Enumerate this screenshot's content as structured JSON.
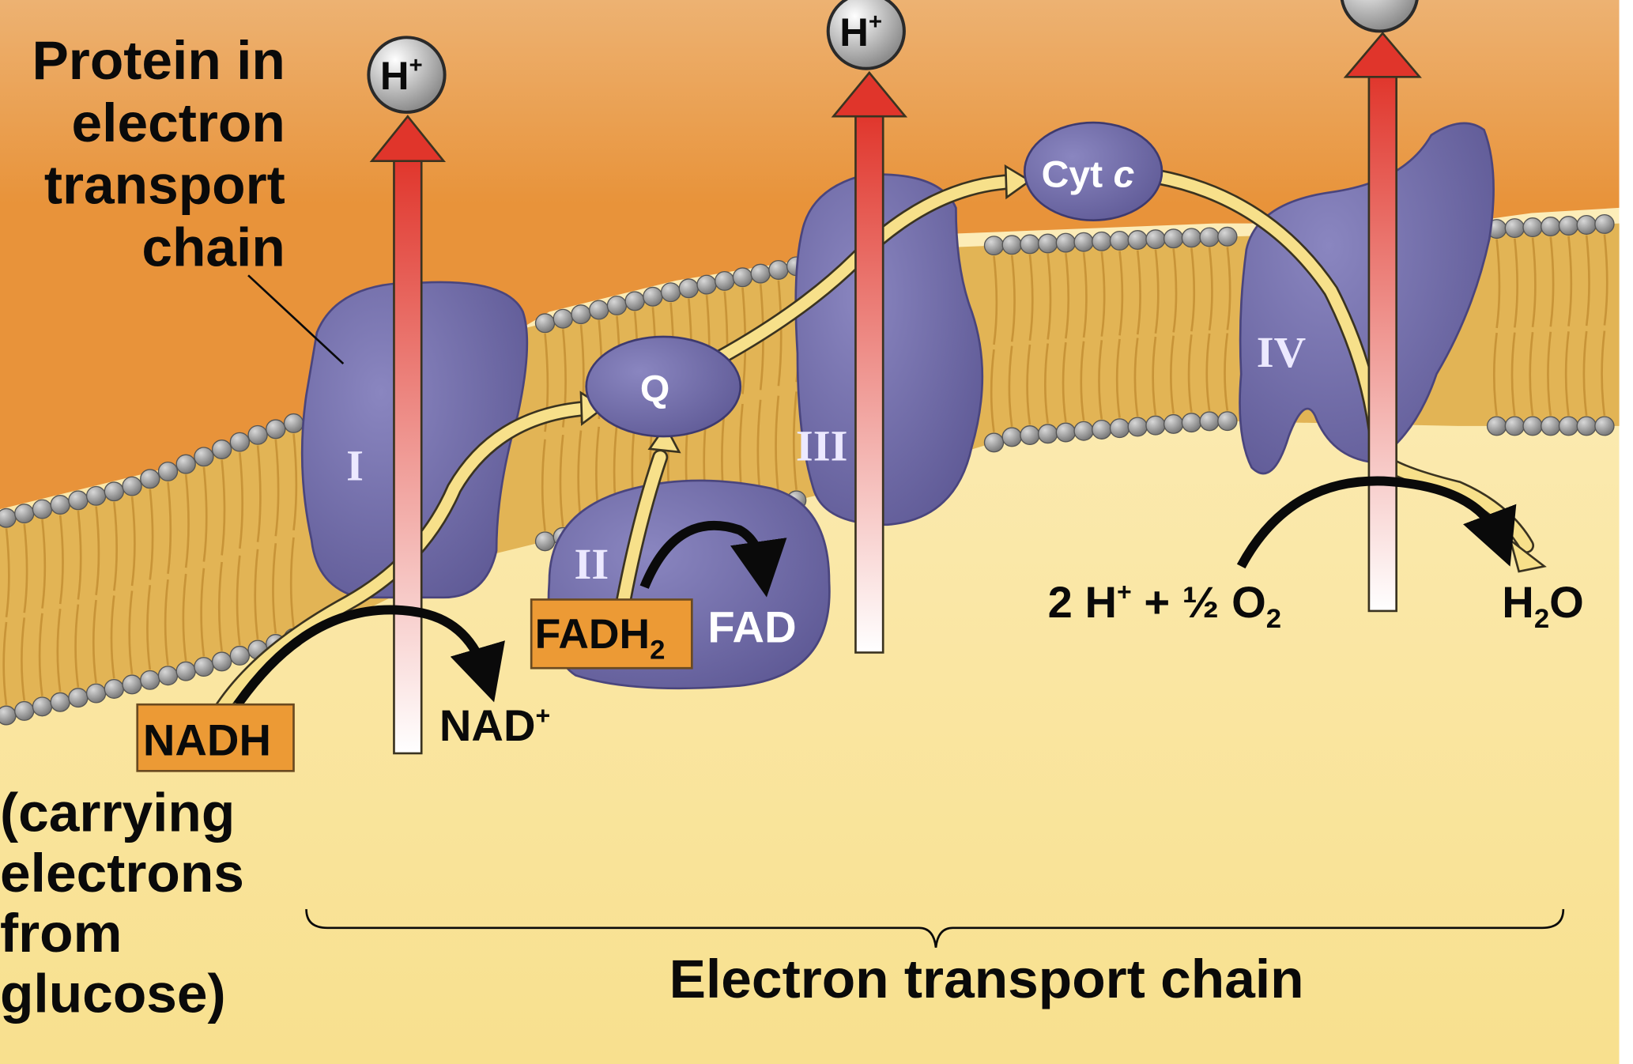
{
  "labels": {
    "protein_label": [
      "Protein in",
      "electron",
      "transport",
      "chain"
    ],
    "complex_i": "I",
    "complex_ii": "II",
    "complex_iii": "III",
    "complex_iv": "IV",
    "ubiquinone": "Q",
    "cytochrome_c": "Cyt",
    "cytochrome_c_italic": "c",
    "proton": "H",
    "proton_charge": "+",
    "nadh": "NADH",
    "nadh_note": [
      "(carrying",
      "electrons",
      "from",
      "glucose)"
    ],
    "nad_plus": "NAD",
    "fadh2": "FADH",
    "fadh2_sub": "2",
    "fad": "FAD",
    "oxygen_reaction": "2 H",
    "oxygen_reaction_rest": " + ½ O",
    "oxygen_sub": "2",
    "water": "H",
    "water_sub": "2",
    "water_o": "O",
    "bracket_label": "Electron transport chain"
  },
  "colors": {
    "intermembrane_space": "#e8933a",
    "matrix": "#fbe6a0",
    "protein": "#6f6aa8",
    "lipid_head": "#9a9a9a",
    "lipid_tail": "#e2b455",
    "electron_path": "#f7e08a",
    "proton_arrow_top": "#e0352b",
    "proton_arrow_bottom": "#ffffff",
    "label_box": "#ec9a35"
  }
}
